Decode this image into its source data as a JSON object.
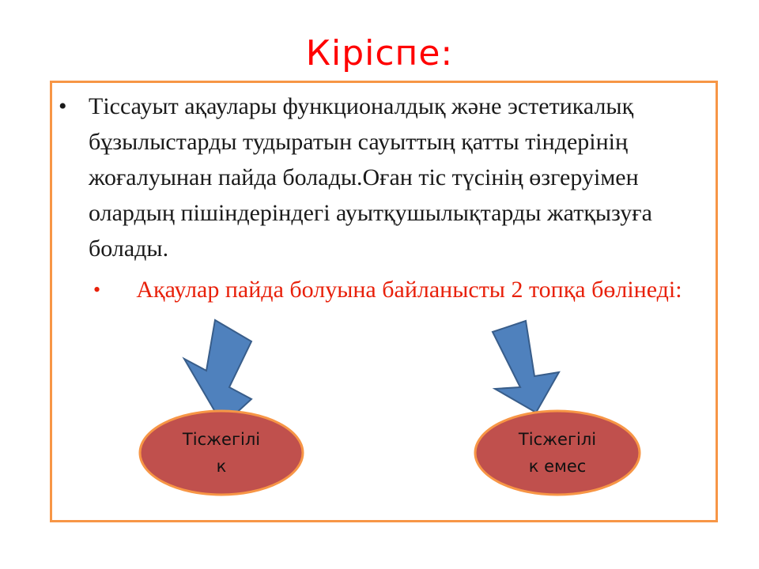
{
  "slide": {
    "title": "Кіріспе:",
    "bullet_1": "Тіссауыт ақаулары функционалдық және эстетикалық бұзылыстарды тудыратын сауыттың қатты тіндерінің жоғалуынан пайда болады.Оған тіс түсінің өзгеруімен олардың пішіндеріндегі ауытқушылықтарды жатқызуға болады.",
    "bullet_2": "Ақаулар пайда болуына байланысты 2 топқа бөлінеді:",
    "bullet_marker": "•",
    "categories": [
      {
        "line1": "Тісжегілі",
        "line2": "к"
      },
      {
        "line1": "Тісжегілі",
        "line2": "к емес"
      }
    ]
  },
  "colors": {
    "title": "#ff0000",
    "frame": "#f79646",
    "bullet_2": "#e8200a",
    "arrow_fill": "#4f81bd",
    "arrow_stroke": "#385d8a",
    "oval_fill": "#c0504d",
    "oval_stroke": "#f79646"
  },
  "icons": [
    "arrow-down-right-icon",
    "arrow-down-left-icon",
    "bullet-dot-icon"
  ]
}
